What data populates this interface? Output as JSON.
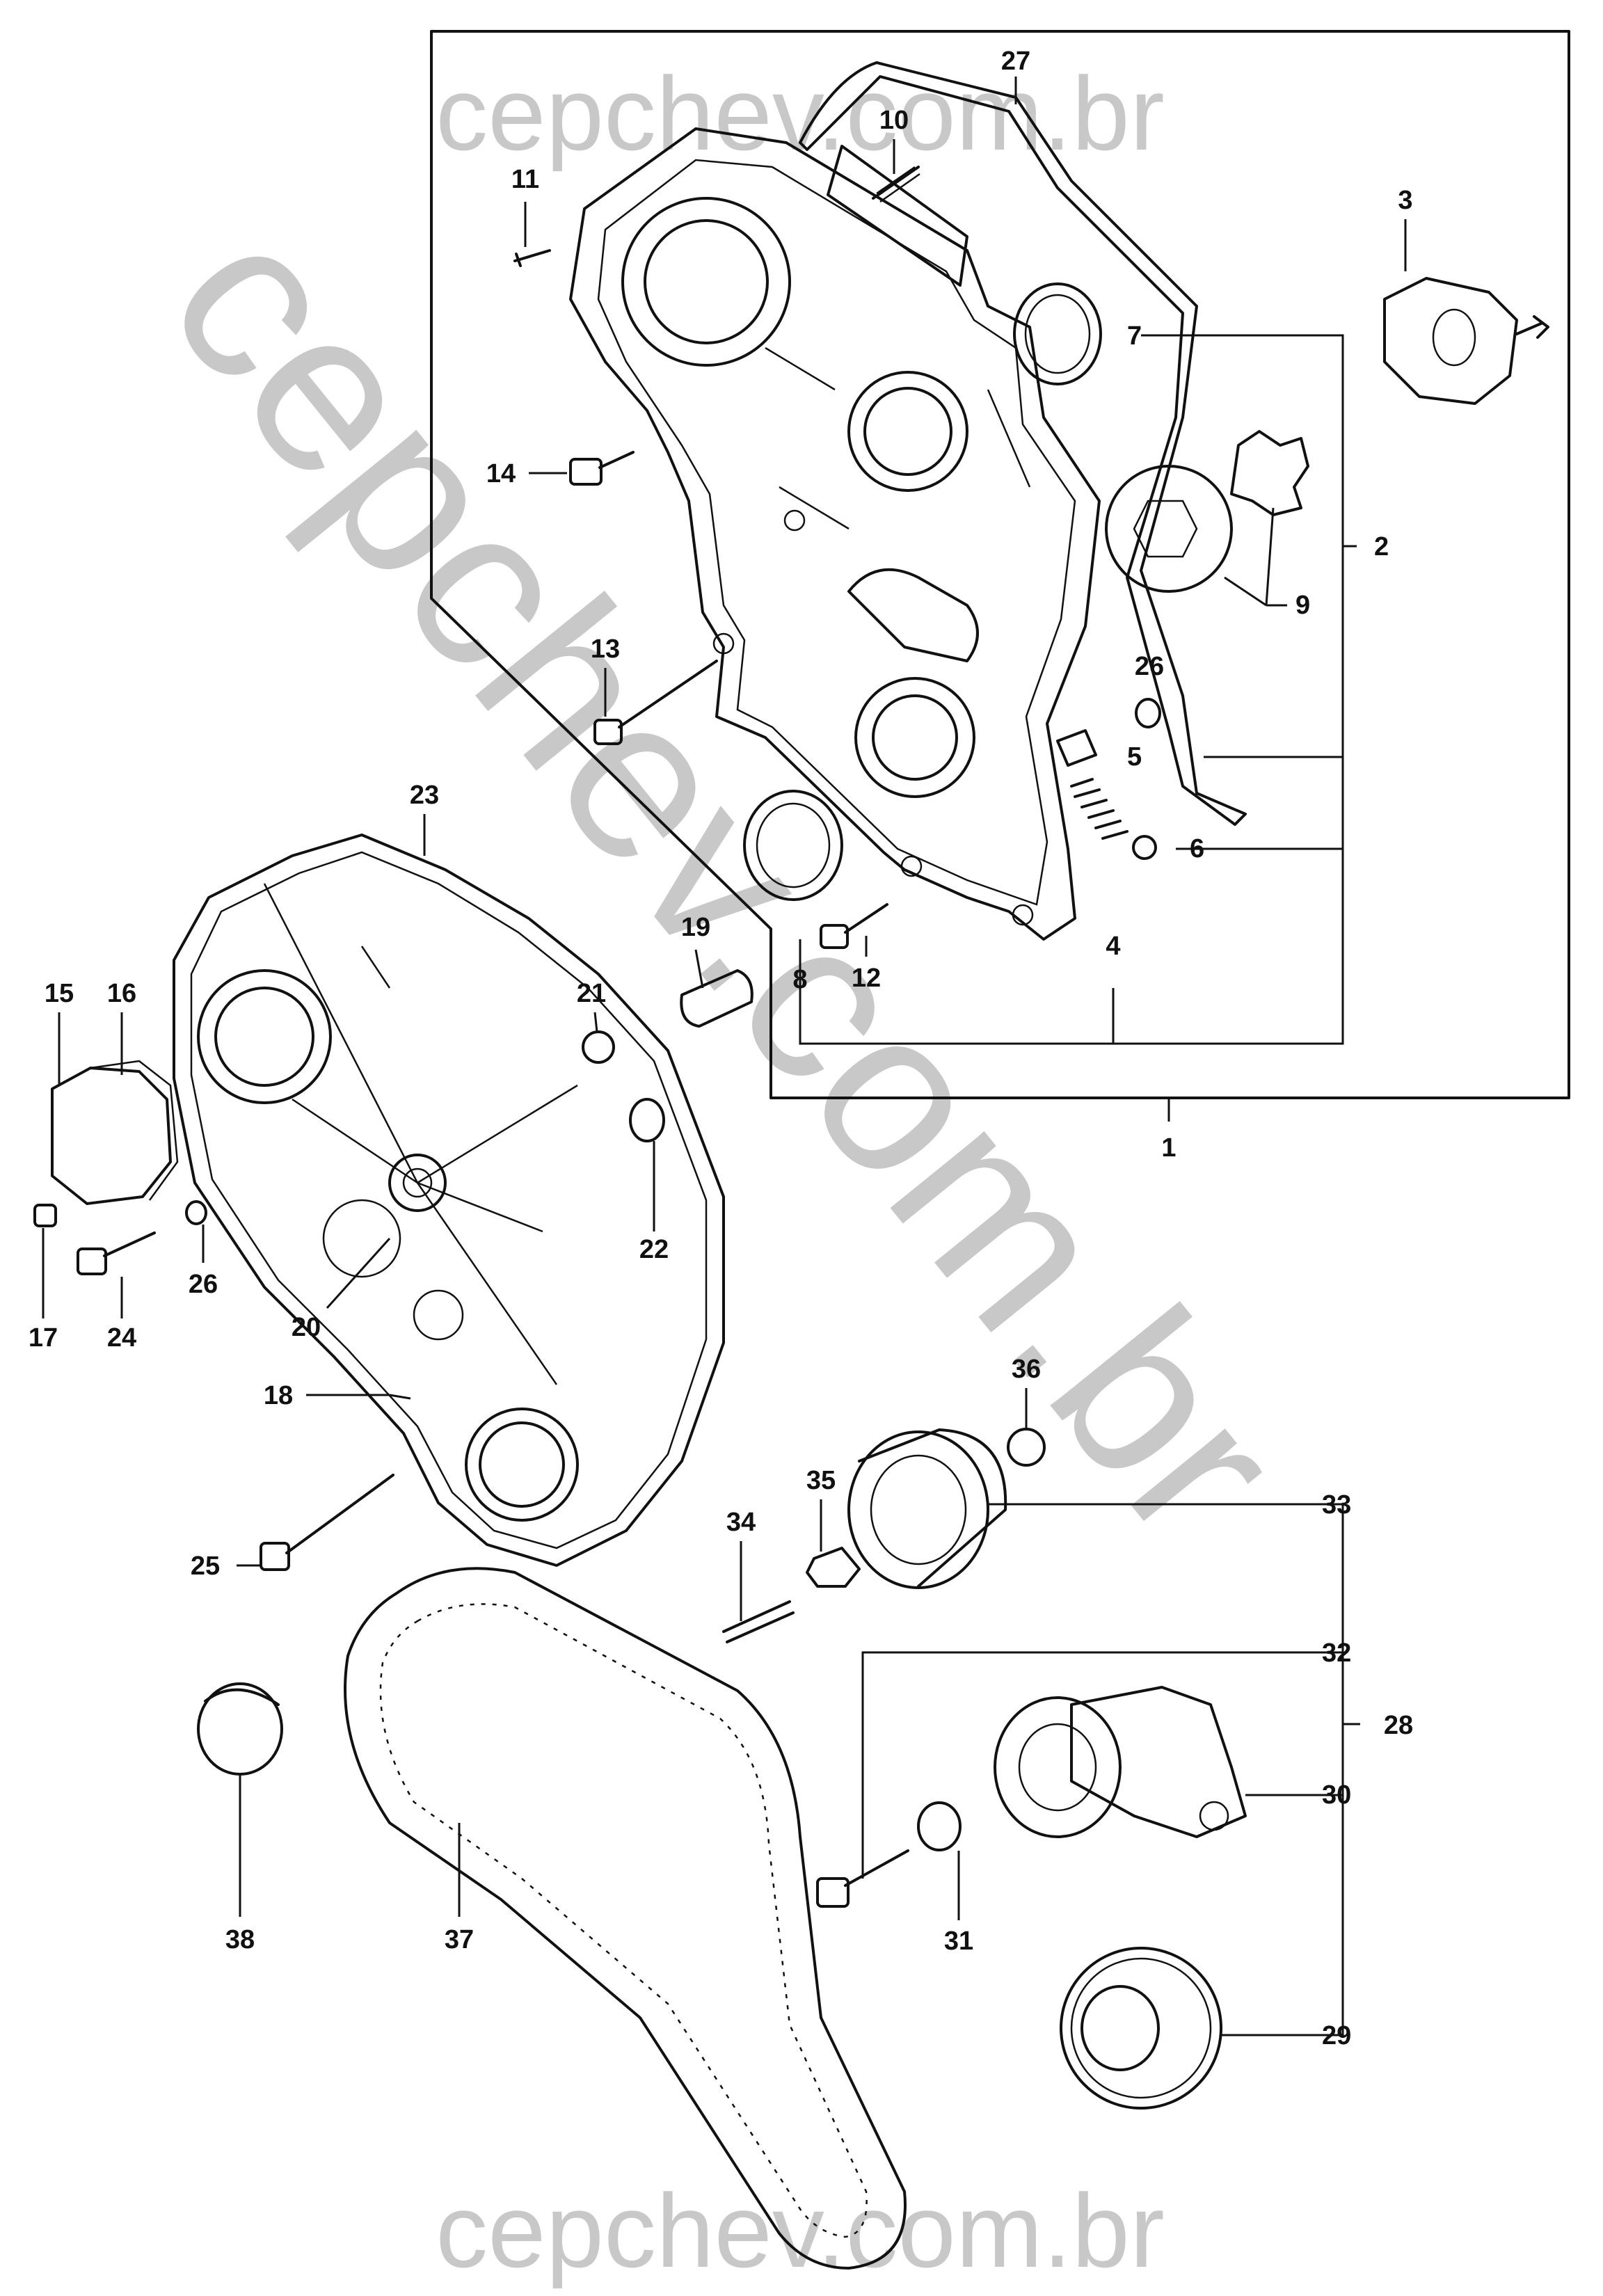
{
  "watermark": {
    "top": "cepchev.com.br",
    "bottom": "cepchev.com.br",
    "diagonal": "cepchev.com.br",
    "color": "#c8c8c8"
  },
  "callouts": [
    "1",
    "2",
    "3",
    "4",
    "5",
    "6",
    "7",
    "8",
    "9",
    "10",
    "11",
    "12",
    "13",
    "14",
    "15",
    "16",
    "17",
    "18",
    "19",
    "20",
    "21",
    "22",
    "23",
    "24",
    "25",
    "26",
    "26",
    "27",
    "28",
    "29",
    "30",
    "31",
    "32",
    "33",
    "34",
    "35",
    "36",
    "37",
    "38"
  ]
}
